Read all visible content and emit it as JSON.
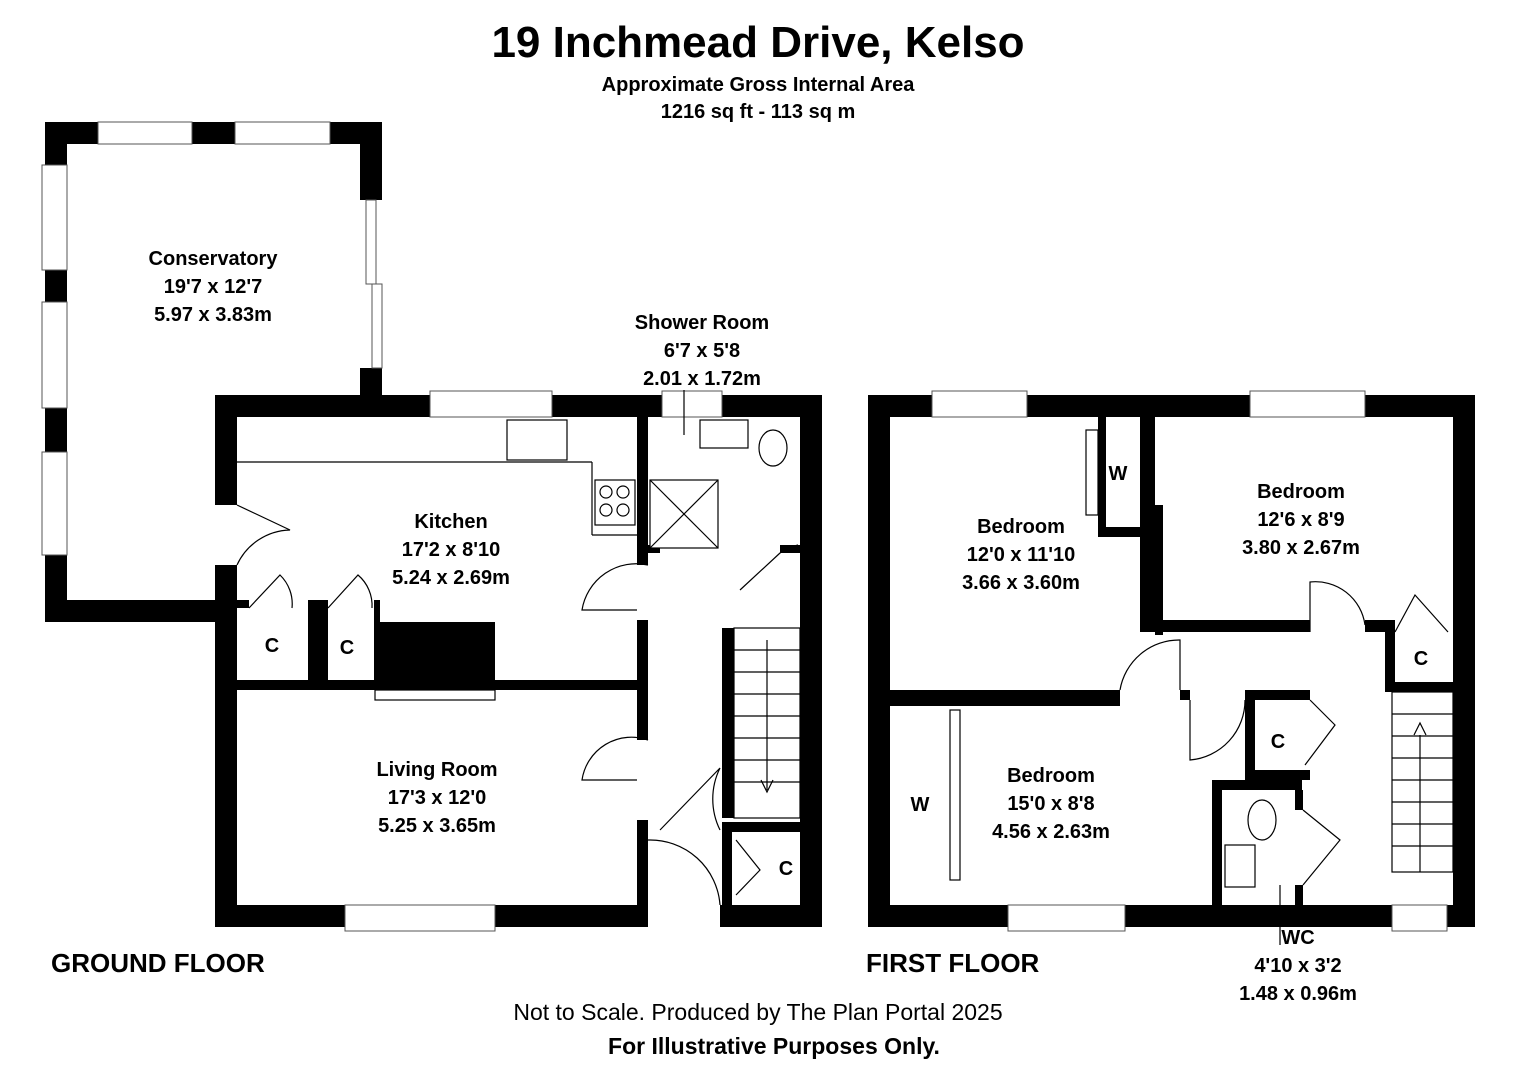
{
  "header": {
    "title": "19 Inchmead Drive, Kelso",
    "subtitle": "Approximate Gross Internal Area",
    "area": "1216 sq ft - 113 sq m"
  },
  "ground_floor": {
    "label": "GROUND FLOOR",
    "rooms": [
      {
        "name": "Conservatory",
        "imperial": "19'7 x 12'7",
        "metric": "5.97 x 3.83m"
      },
      {
        "name": "Shower Room",
        "imperial": "6'7 x 5'8",
        "metric": "2.01 x 1.72m"
      },
      {
        "name": "Kitchen",
        "imperial": "17'2 x 8'10",
        "metric": "5.24 x 2.69m"
      },
      {
        "name": "Living Room",
        "imperial": "17'3 x 12'0",
        "metric": "5.25 x 3.65m"
      }
    ],
    "cupboards": [
      "C",
      "C",
      "C"
    ]
  },
  "first_floor": {
    "label": "FIRST FLOOR",
    "rooms": [
      {
        "name": "Bedroom",
        "imperial": "12'0 x 11'10",
        "metric": "3.66 x 3.60m"
      },
      {
        "name": "Bedroom",
        "imperial": "12'6 x 8'9",
        "metric": "3.80 x 2.67m"
      },
      {
        "name": "Bedroom",
        "imperial": "15'0 x 8'8",
        "metric": "4.56 x 2.63m"
      },
      {
        "name": "WC",
        "imperial": "4'10 x 3'2",
        "metric": "1.48 x 0.96m"
      }
    ],
    "wardrobes": [
      "W",
      "W"
    ],
    "cupboards": [
      "C",
      "C"
    ]
  },
  "footer": {
    "disclaimer": "Not to Scale. Produced by The Plan Portal 2025",
    "note": "For Illustrative Purposes Only."
  }
}
